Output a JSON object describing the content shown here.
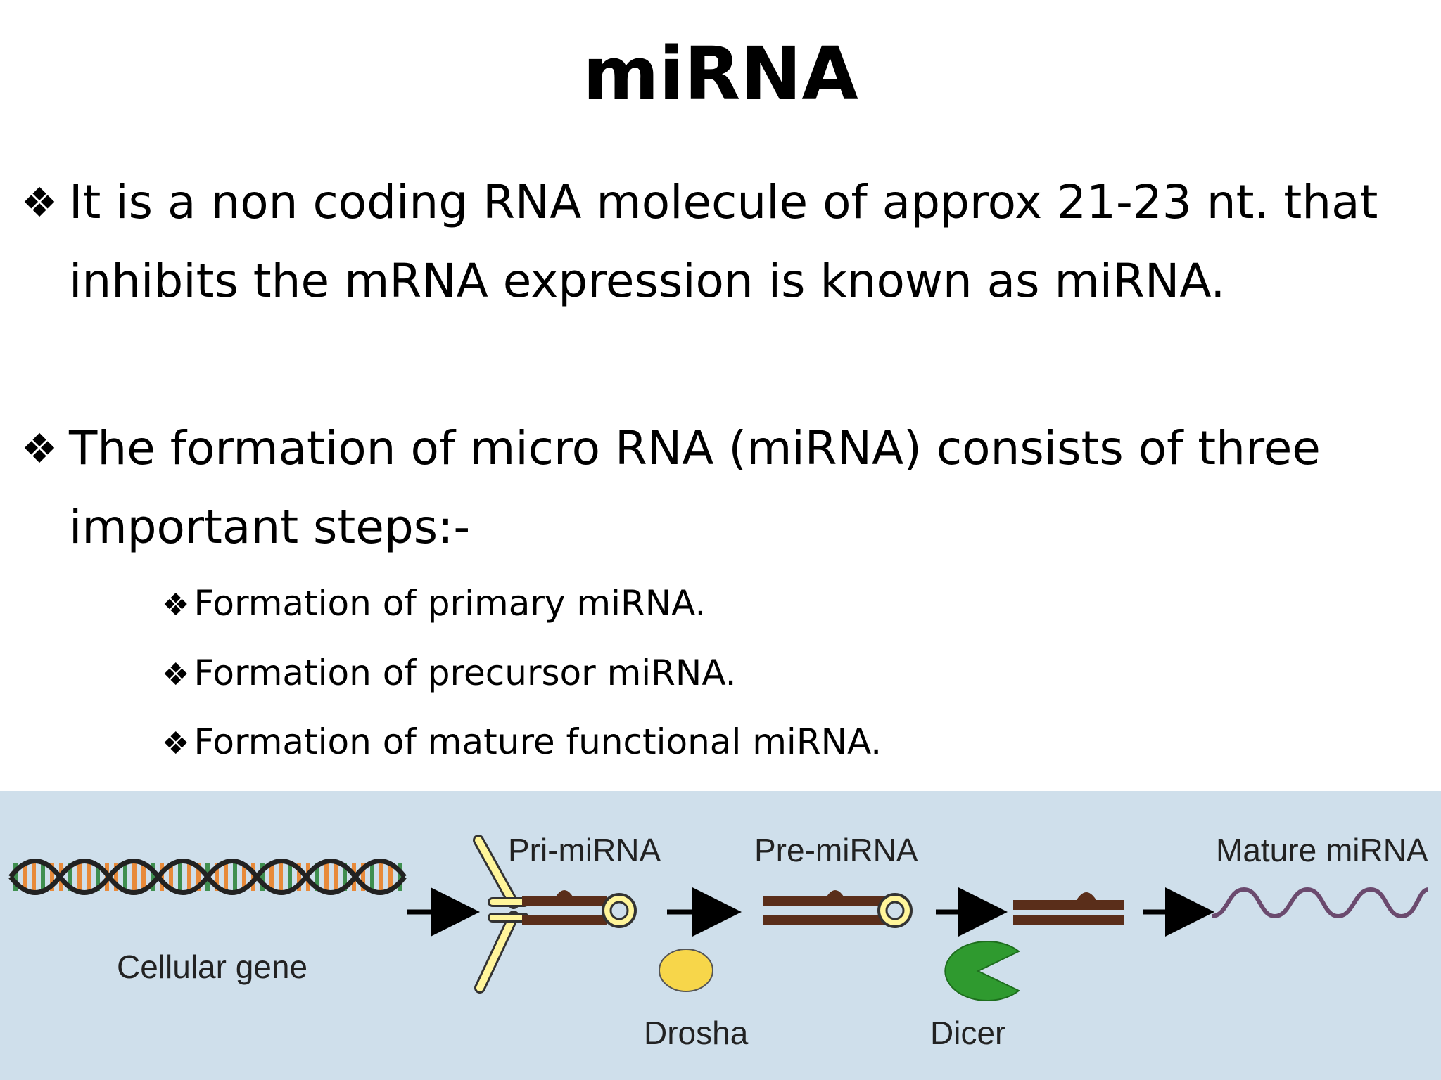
{
  "title": "miRNA",
  "bullet_symbol": "❖",
  "bullets": [
    {
      "text": "It is a non coding RNA molecule of approx 21-23 nt. that inhibits the mRNA expression is known as miRNA."
    },
    {
      "text": "The formation of micro RNA (miRNA) consists of three important steps:-"
    }
  ],
  "sub_bullets": [
    {
      "text": "Formation of primary miRNA."
    },
    {
      "text": "Formation of precursor miRNA."
    },
    {
      "text": "Formation of mature functional miRNA."
    }
  ],
  "diagram": {
    "background": "#cfdfeb",
    "labels": {
      "cellular_gene": "Cellular gene",
      "pri_mirna": "Pri-miRNA",
      "pre_mirna": "Pre-miRNA",
      "mature_mirna": "Mature miRNA",
      "drosha": "Drosha",
      "dicer": "Dicer"
    },
    "colors": {
      "rna_strand": "#5a2e1a",
      "loop": "#fff59a",
      "drosha": "#f7d64a",
      "dicer": "#2f9a2f",
      "dna_orange": "#e88a3a",
      "dna_green": "#3f8f4f"
    }
  }
}
